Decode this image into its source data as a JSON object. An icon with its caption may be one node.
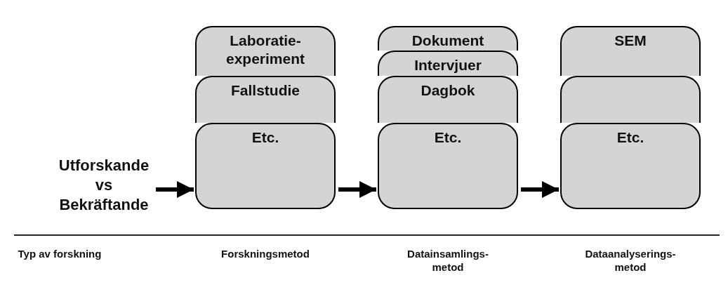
{
  "diagram": {
    "nodes": [
      {
        "text": [
          "Utforskande vs Bekräftande"
        ]
      },
      {
        "text": [
          "Laboratie- experiment"
        ]
      },
      {
        "text": [
          "Fallstudie"
        ]
      },
      {
        "text": [
          "Etc."
        ]
      },
      {
        "text": [
          "Dokument"
        ]
      },
      {
        "text": [
          "Intervjuer"
        ]
      },
      {
        "text": [
          "Dagbok"
        ]
      },
      {
        "text": [
          "Etc."
        ]
      },
      {
        "text": [
          "SEM"
        ]
      },
      {
        "text": [],
        "shape": "box"
      },
      {
        "text": [
          "Etc."
        ]
      }
    ],
    "edges": [
      {
        "from": 0,
        "to": 3,
        "arrow": "to"
      },
      {
        "from": 3,
        "to": 7,
        "arrow": "to"
      },
      {
        "from": 7,
        "to": 10,
        "arrow": "to"
      }
    ],
    "labels": [
      "Typ av forskning",
      "Forskningsmetod",
      "Datainsamlings- metod",
      "Dataanalyserings- metod"
    ]
  }
}
